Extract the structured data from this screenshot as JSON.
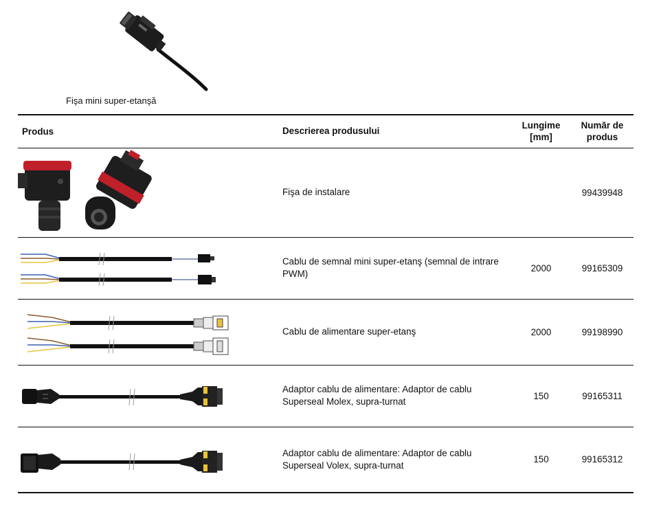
{
  "hero": {
    "caption": "Fişa mini super-etanşă",
    "image_icon": "mini-superseal-plug-photo"
  },
  "table": {
    "headers": {
      "product": "Produs",
      "description": "Descrierea produsului",
      "length": "Lungime [mm]",
      "number": "Număr de produs"
    },
    "rows": [
      {
        "image": "installation-plugs-photo",
        "description": "Fişa de instalare",
        "length": "",
        "number": "99439948"
      },
      {
        "image": "mini-superseal-signal-cable-drawing",
        "description": "Cablu de semnal mini super-etanş (semnal de intrare PWM)",
        "length": "2000",
        "number": "99165309"
      },
      {
        "image": "superseal-power-cable-drawing",
        "description": "Cablu de alimentare super-etanş",
        "length": "2000",
        "number": "99198990"
      },
      {
        "image": "molex-adapter-cable-drawing",
        "description": "Adaptor cablu de alimentare: Adaptor de cablu Superseal Molex, supra-turnat",
        "length": "150",
        "number": "99165311"
      },
      {
        "image": "volex-adapter-cable-drawing",
        "description": "Adaptor cablu de alimentare: Adaptor de cablu Superseal Volex, supra-turnat",
        "length": "150",
        "number": "99165312"
      }
    ]
  },
  "colors": {
    "rule": "#111111",
    "plug_red": "#c0202a",
    "wire_yellow": "#e8c43a",
    "wire_blue": "#3a5fb0",
    "wire_brown": "#8a5a2b"
  }
}
